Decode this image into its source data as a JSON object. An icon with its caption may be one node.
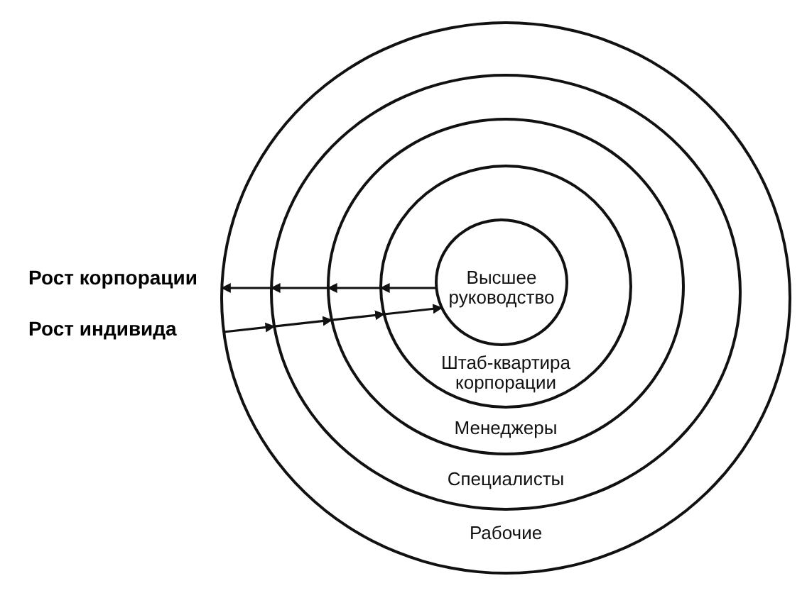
{
  "diagram": {
    "nodes": [
      {
        "text": [
          "Рабочие"
        ]
      },
      {
        "text": [
          "Специалисты"
        ],
        "in": 0
      },
      {
        "text": [
          "Менеджеры"
        ],
        "in": 1
      },
      {
        "text": [
          "Штаб-квартира корпорации"
        ],
        "in": 2
      },
      {
        "text": [
          "Высшее руководство"
        ],
        "in": 3
      }
    ],
    "edges": [
      {
        "from": 4,
        "to": 0,
        "arrow": "to",
        "label": "Рост корпорации"
      },
      {
        "from": 0,
        "to": 4,
        "arrow": "to",
        "label": "Рост индивида"
      }
    ]
  }
}
